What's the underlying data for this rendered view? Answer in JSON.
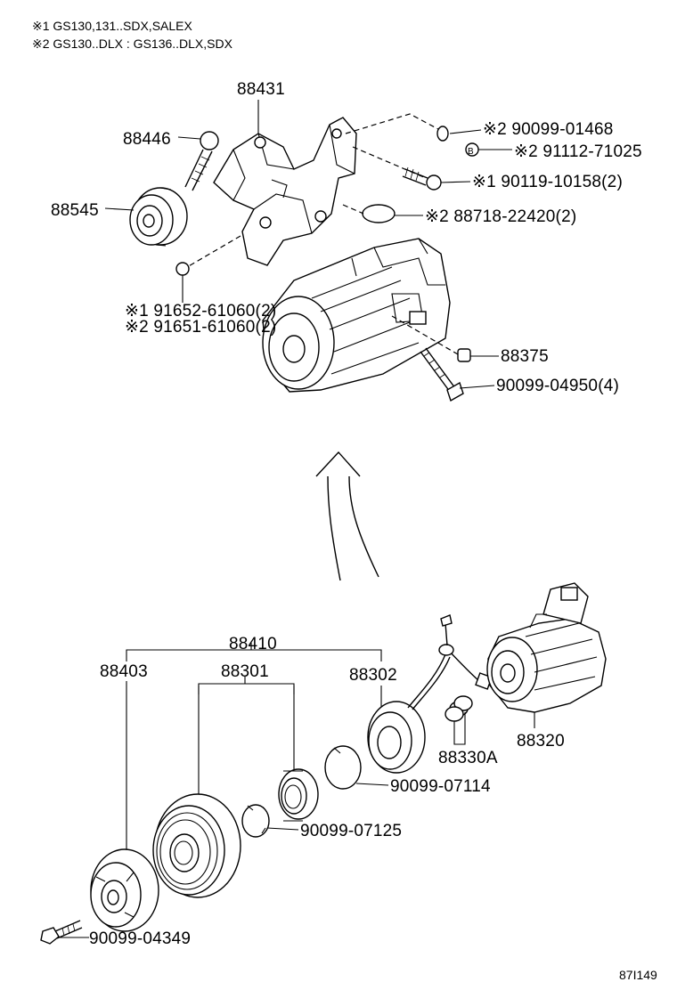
{
  "notes": {
    "note1": "※1 GS130,131..SDX,SALEX",
    "note2": "※2 GS130..DLX : GS136..DLX,SDX"
  },
  "labels": {
    "p88431": "88431",
    "p88446": "88446",
    "p88545": "88545",
    "p90099_01468": "※2 90099-01468",
    "p91112_71025": "※2 91112-71025",
    "p90119_10158": "※1 90119-10158(2)",
    "p88718_22420": "※2 88718-22420(2)",
    "p91652_61060": "※1 91652-61060(2)",
    "p91651_61060": "※2 91651-61060(2)",
    "p88375": "88375",
    "p90099_04950": "90099-04950(4)",
    "p88410": "88410",
    "p88403": "88403",
    "p88301": "88301",
    "p88302": "88302",
    "p88320": "88320",
    "p88330A": "88330A",
    "p90099_07114": "90099-07114",
    "p90099_07125": "90099-07125",
    "p90099_04349": "90099-04349",
    "b_mark": "B"
  },
  "footer": {
    "code": "87I149"
  }
}
